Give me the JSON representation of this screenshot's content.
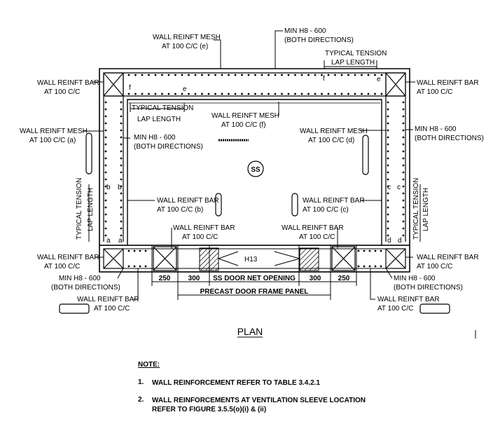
{
  "drawing": {
    "title": "PLAN",
    "labels": {
      "mesh_e_1": "WALL REINFT MESH",
      "mesh_e_2": "AT 100 C/C (e)",
      "minh8_top_1": "MIN H8 - 600",
      "minh8_top_2": "(BOTH DIRECTIONS)",
      "tension_top_1": "TYPICAL TENSION",
      "tension_top_2": "LAP LENGTH",
      "bar_tl_1": "WALL REINFT BAR",
      "bar_tl_2": "AT 100 C/C",
      "bar_tr_1": "WALL REINFT BAR",
      "bar_tr_2": "AT 100 C/C",
      "tension_in_1": "TYPICAL TENSION",
      "tension_in_2": "LAP LENGTH",
      "mesh_f_1": "WALL REINFT MESH",
      "mesh_f_2": "AT 100 C/C (f)",
      "mesh_a_1": "WALL REINFT MESH",
      "mesh_a_2": "AT 100 C/C (a)",
      "minh8_left_1": "MIN H8 - 600",
      "minh8_left_2": "(BOTH DIRECTIONS)",
      "mesh_d_1": "WALL REINFT MESH",
      "mesh_d_2": "AT 100 C/C (d)",
      "minh8_right_1": "MIN H8 - 600",
      "minh8_right_2": "(BOTH DIRECTIONS)",
      "ss": "SS",
      "tension_left_1": "TYPICAL TENSION",
      "tension_left_2": "LAP LENGTH",
      "tension_right_1": "TYPICAL TENSION",
      "tension_right_2": "LAP LENGTH",
      "bar_b_1": "WALL REINFT BAR",
      "bar_b_2": "AT 100 C/C (b)",
      "bar_c_1": "WALL REINFT BAR",
      "bar_c_2": "AT 100 C/C (c)",
      "bar_ml_1": "WALL REINFT BAR",
      "bar_ml_2": "AT 100 C/C",
      "bar_mr_1": "WALL REINFT BAR",
      "bar_mr_2": "AT 100 C/C",
      "bar_bl_1": "WALL REINFT BAR",
      "bar_bl_2": "AT 100 C/C",
      "bar_br_1": "WALL REINFT BAR",
      "bar_br_2": "AT 100 C/C",
      "h13": "H13",
      "minh8_bl_1": "MIN H8 - 600",
      "minh8_bl_2": "(BOTH DIRECTIONS)",
      "minh8_br_1": "MIN H8 - 600",
      "minh8_br_2": "(BOTH DIRECTIONS)",
      "bar_lb_1": "WALL REINFT BAR",
      "bar_lb_2": "AT 100 C/C",
      "bar_rb_1": "WALL REINFT BAR",
      "bar_rb_2": "AT 100 C/C",
      "dim_250_l": "250",
      "dim_300_l": "300",
      "dim_door": "SS DOOR NET OPENING",
      "dim_300_r": "300",
      "dim_250_r": "250",
      "dim_panel": "PRECAST DOOR FRAME PANEL",
      "tag_e_top": "e",
      "tag_f_top": "f",
      "tag_e_tr": "e",
      "tag_f_l": "f",
      "tag_b1": "b",
      "tag_b2": "b",
      "tag_c1": "c",
      "tag_c2": "c",
      "tag_a1": "a",
      "tag_a2": "a",
      "tag_d1": "d",
      "tag_d2": "d"
    }
  },
  "notes": {
    "heading": "NOTE:",
    "items": [
      {
        "num": "1.",
        "line1": "WALL REINFORCEMENT REFER TO TABLE 3.4.2.1",
        "line2": ""
      },
      {
        "num": "2.",
        "line1": "WALL REINFORCEMENTS AT VENTILATION SLEEVE LOCATION",
        "line2": "REFER TO FIGURE 3.5.5(o)(i) & (ii)"
      }
    ]
  }
}
